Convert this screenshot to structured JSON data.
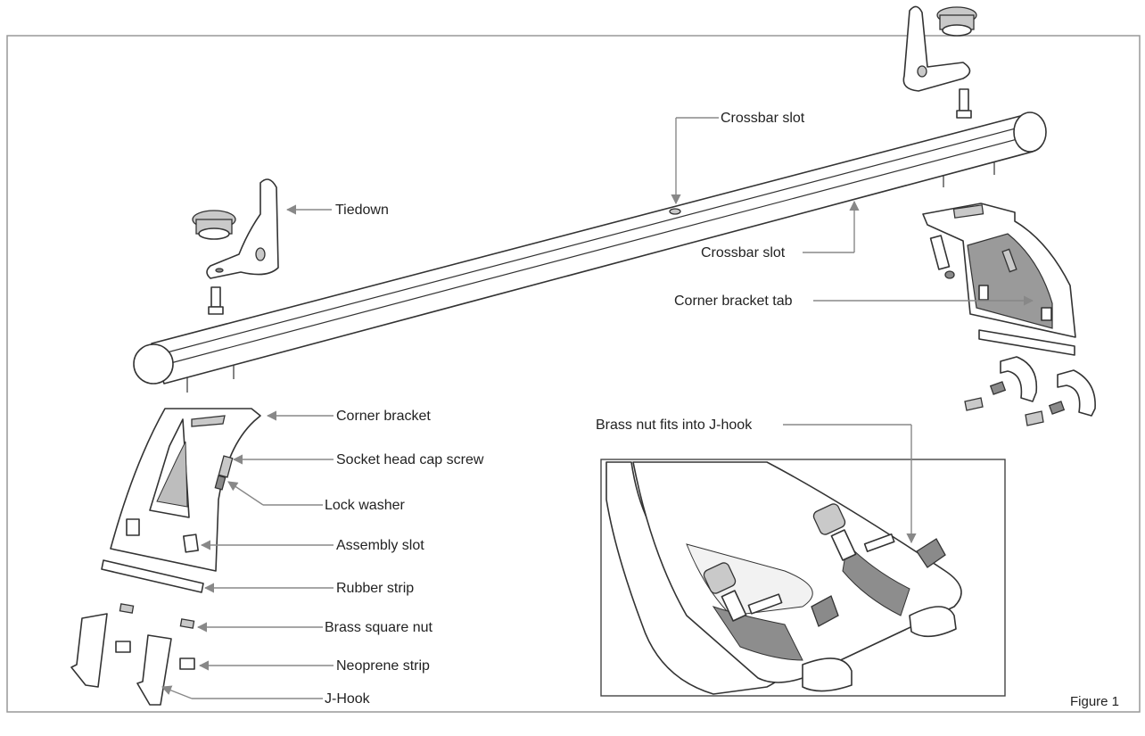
{
  "labels": {
    "crossbar_slot_top": "Crossbar slot",
    "tiedown": "Tiedown",
    "crossbar_slot_right": "Crossbar slot",
    "corner_bracket_tab": "Corner bracket tab",
    "corner_bracket": "Corner bracket",
    "socket_head_cap_screw": "Socket head cap screw",
    "lock_washer": "Lock washer",
    "assembly_slot": "Assembly slot",
    "rubber_strip": "Rubber strip",
    "brass_square_nut": "Brass square nut",
    "neoprene_strip": "Neoprene strip",
    "j_hook": "J-Hook",
    "brass_nut_fits": "Brass nut fits into J-hook"
  },
  "figure_caption": "Figure 1"
}
